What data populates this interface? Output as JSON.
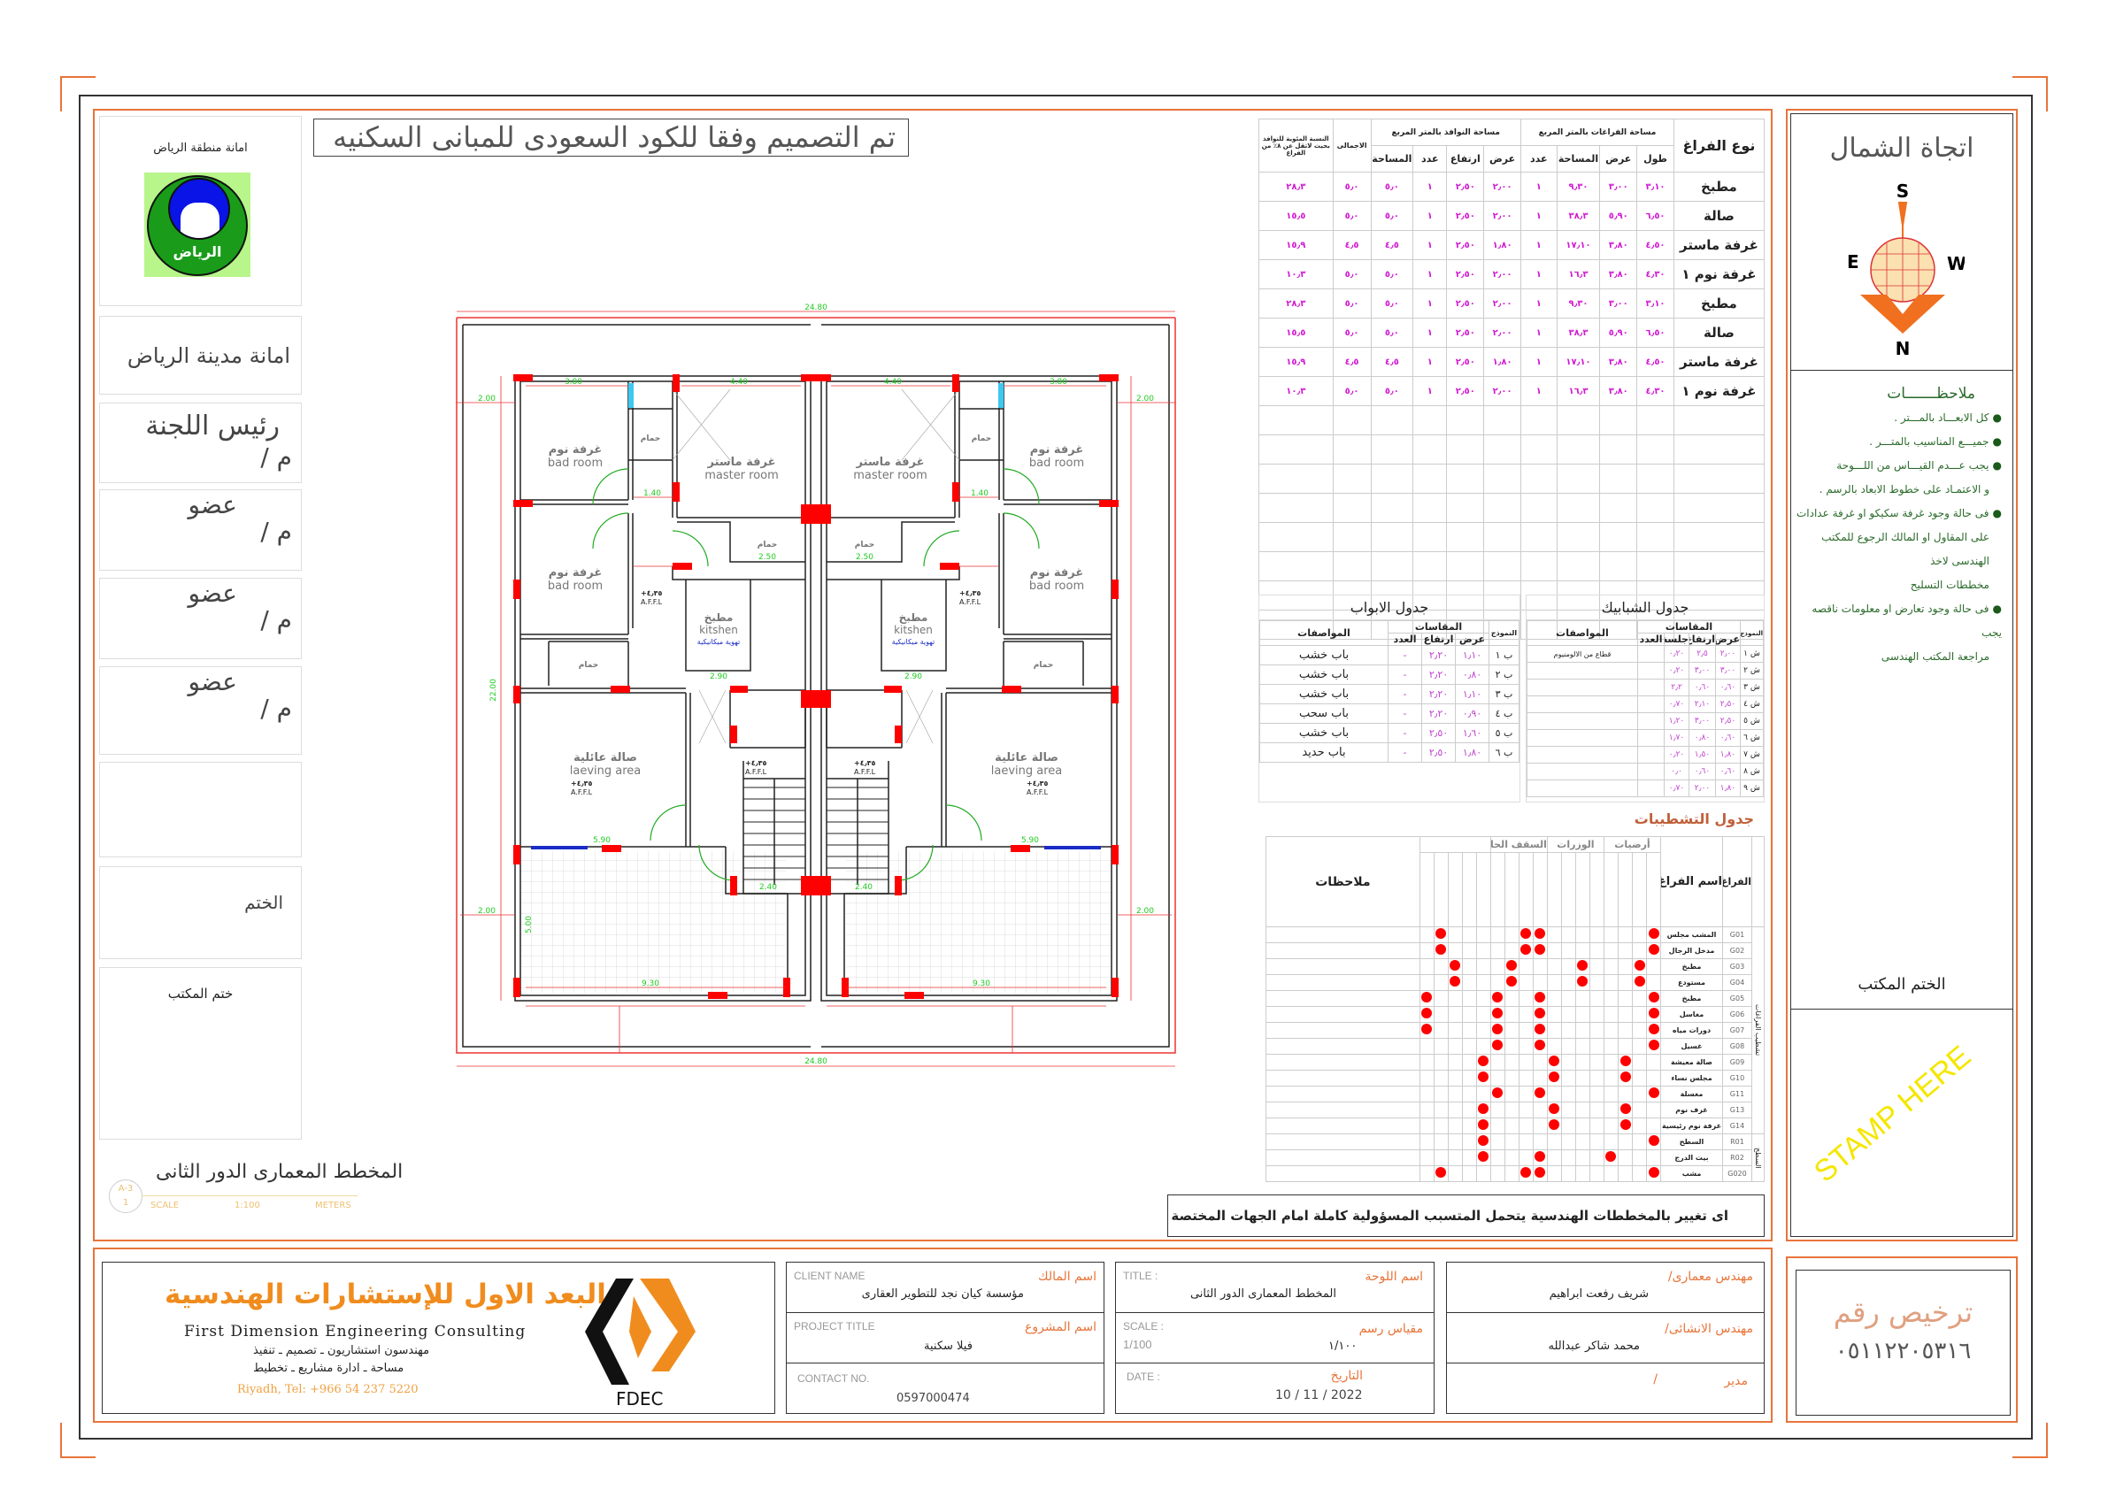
{
  "header_title": "تم التصميم وفقا للكود السعودى للمبانى السكنيه",
  "left_panel": {
    "authority": "امانة منطقة الرياض",
    "logo_text": "الرياض",
    "municipality": "امانة مدينة الرياض",
    "committee_head": "رئيس اللجنة",
    "member": "عضو",
    "eng_prefix": "م /",
    "seal": "الختم",
    "office_seal": "ختم المكتب"
  },
  "plan_title": {
    "title": "المخطط المعمارى الدور الثانى",
    "sheet": "A-3",
    "number": "1",
    "scale_label": "SCALE",
    "scale": "1:100",
    "units": "METERS"
  },
  "plan": {
    "bedroom_ar": "غرفة نوم",
    "bedroom_en": "bad room",
    "master_ar": "غرفة ماستر",
    "master_en": "master room",
    "bath": "حمام",
    "kitchen_ar": "مطبخ",
    "kitchen_en": "kitshen",
    "mech_vent": "تهوية ميكانيكية",
    "living_ar": "صالة عائلية",
    "living_en": "laeving area",
    "level": "+٤٫٣٥",
    "level_ref": "A.F.F.L",
    "dims": {
      "total": "24.80",
      "setback": "2.00",
      "bed_w": "3.80",
      "master_w": "4.40",
      "corr": "1.40",
      "bath_w": "2.50",
      "terrace": "9.30",
      "living_w": "5.90",
      "depth": "22.00",
      "kitchen_w": "2.90",
      "stair_w": "2.40",
      "terrace_d": "5.00"
    }
  },
  "spaces_table": {
    "h_type": "نوع الفراغ",
    "h_space": "مساحة الفراغات بالمتر المربع",
    "h_win": "مساحة النوافذ بالمتر المربع",
    "h_len": "طول",
    "h_width": "عرض",
    "h_area": "المساحة",
    "h_count": "عدد",
    "h_height": "ارتفاع",
    "h_total": "الاجمالى",
    "h_ratio": "النسبة المئوية للنوافذ بحيث لاتقل عن ٨٪ من الفراغ",
    "rows": [
      [
        "مطبخ",
        "٣٫١٠",
        "٣٫٠٠",
        "٩٫٣٠",
        "١",
        "٢٫٠٠",
        "٢٫٥٠",
        "١",
        "٥٫٠",
        "٥٫٠",
        "٢٨٫٣"
      ],
      [
        "صالة",
        "٦٫٥٠",
        "٥٫٩٠",
        "٣٨٫٣",
        "١",
        "٢٫٠٠",
        "٢٫٥٠",
        "١",
        "٥٫٠",
        "٥٫٠",
        "١٥٫٥"
      ],
      [
        "غرفة ماستر",
        "٤٫٥٠",
        "٣٫٨٠",
        "١٧٫١٠",
        "١",
        "١٫٨٠",
        "٢٫٥٠",
        "١",
        "٤٫٥",
        "٤٫٥",
        "١٥٫٩"
      ],
      [
        "غرفة نوم ١",
        "٤٫٣٠",
        "٣٫٨٠",
        "١٦٫٣",
        "١",
        "٢٫٠٠",
        "٢٫٥٠",
        "١",
        "٥٫٠",
        "٥٫٠",
        "١٠٫٣"
      ],
      [
        "مطبخ",
        "٣٫١٠",
        "٣٫٠٠",
        "٩٫٣٠",
        "١",
        "٢٫٠٠",
        "٢٫٥٠",
        "١",
        "٥٫٠",
        "٥٫٠",
        "٢٨٫٣"
      ],
      [
        "صالة",
        "٦٫٥٠",
        "٥٫٩٠",
        "٣٨٫٣",
        "١",
        "٢٫٠٠",
        "٢٫٥٠",
        "١",
        "٥٫٠",
        "٥٫٠",
        "١٥٫٥"
      ],
      [
        "غرفة ماستر",
        "٤٫٥٠",
        "٣٫٨٠",
        "١٧٫١٠",
        "١",
        "١٫٨٠",
        "٢٫٥٠",
        "١",
        "٤٫٥",
        "٤٫٥",
        "١٥٫٩"
      ],
      [
        "غرفة نوم ١",
        "٤٫٣٠",
        "٣٫٨٠",
        "١٦٫٣",
        "١",
        "٢٫٠٠",
        "٢٫٥٠",
        "١",
        "٥٫٠",
        "٥٫٠",
        "١٠٫٣"
      ]
    ]
  },
  "doors_table": {
    "title": "جدول الابواب",
    "h_model": "النموذج",
    "h_dims": "المقاسات",
    "h_width": "عرض",
    "h_height": "ارتفاع",
    "h_count": "العدد",
    "h_spec": "المواصفات",
    "rows": [
      [
        "ب ١",
        "١٫١٠",
        "٢٫٢٠",
        "-",
        "باب خشب"
      ],
      [
        "ب ٢",
        "٠٫٨٠",
        "٢٫٢٠",
        "-",
        "باب خشب"
      ],
      [
        "ب ٣",
        "١٫١٠",
        "٢٫٢٠",
        "-",
        "باب خشب"
      ],
      [
        "ب ٤",
        "٠٫٩٠",
        "٢٫٢٠",
        "-",
        "باب سحب"
      ],
      [
        "ب ٥",
        "١٫٦٠",
        "٢٫٥٠",
        "-",
        "باب خشب"
      ],
      [
        "ب ٦",
        "١٫٨٠",
        "٢٫٥٠",
        "-",
        "باب حديد"
      ]
    ]
  },
  "windows_table": {
    "title": "جدول الشبابيك",
    "h_model": "النموذج",
    "h_dims": "المقاسات",
    "h_width": "عرض",
    "h_height": "ارتفاع",
    "h_sill": "جلسة",
    "h_count": "العدد",
    "h_spec": "المواصفات",
    "rows": [
      [
        "ش ١",
        "٢٫٠٠",
        "٢٫٥",
        "٠٫٢٠",
        "",
        "قطاع من الالومنيوم"
      ],
      [
        "ش ٢",
        "٣٫٠٠",
        "٣٫٠٠",
        "٠٫٢٠",
        "",
        ""
      ],
      [
        "ش ٣",
        "٠٫٦٠",
        "٠٫٦٠",
        "٢٫٢",
        "",
        ""
      ],
      [
        "ش ٤",
        "٢٫٥٠",
        "٢٫١٠",
        "٠٫٧٠",
        "",
        ""
      ],
      [
        "ش ٥",
        "٢٫٥٠",
        "٣٫٠٠",
        "١٫٢٠",
        "",
        ""
      ],
      [
        "ش ٦",
        "٠٫٦٠",
        "٠٫٨٠",
        "١٫٧٠",
        "",
        ""
      ],
      [
        "ش ٧",
        "١٫٨٠",
        "١٫٥٠",
        "٠٫٢٠",
        "",
        ""
      ],
      [
        "ش ٨",
        "٠٫٦٠",
        "٠٫٦٠",
        "٠٫٠",
        "",
        ""
      ],
      [
        "ش ٩",
        "١٫٨٠",
        "٢٫٠٠",
        "٠٫٧٠",
        "",
        ""
      ]
    ]
  },
  "finishes_table": {
    "title": "جدول التشطيبات",
    "h_code": "الفراغ",
    "h_name": "اسم الفراغ",
    "h_notes": "ملاحظات",
    "groups": [
      "أرضيات",
      "الوزرات",
      "السقف الحائط"
    ],
    "section_a": "تشطيب الفراغات",
    "section_b": "السطح",
    "rows": [
      {
        "code": "G01",
        "name": "المشب مجلس",
        "dots": [
          0,
          8,
          9,
          15
        ]
      },
      {
        "code": "G02",
        "name": "مدخل الرجال",
        "dots": [
          0,
          8,
          9,
          15
        ]
      },
      {
        "code": "G03",
        "name": "مطبخ",
        "dots": [
          1,
          5,
          10,
          14
        ]
      },
      {
        "code": "G04",
        "name": "مستودع",
        "dots": [
          1,
          5,
          10,
          14
        ]
      },
      {
        "code": "G05",
        "name": "مطبخ",
        "dots": [
          0,
          8,
          11,
          16
        ]
      },
      {
        "code": "G06",
        "name": "مغاسل",
        "dots": [
          0,
          8,
          11,
          16
        ]
      },
      {
        "code": "G07",
        "name": "دورات مياه",
        "dots": [
          0,
          8,
          11,
          16
        ]
      },
      {
        "code": "G08",
        "name": "غسيل",
        "dots": [
          0,
          8,
          11
        ]
      },
      {
        "code": "G09",
        "name": "صالة معيشة",
        "dots": [
          2,
          7,
          12
        ]
      },
      {
        "code": "G10",
        "name": "مجلس نساء",
        "dots": [
          2,
          7,
          12
        ]
      },
      {
        "code": "G11",
        "name": "مغسلة",
        "dots": [
          0,
          8,
          11
        ]
      },
      {
        "code": "G13",
        "name": "غرف نوم",
        "dots": [
          2,
          7,
          12
        ]
      },
      {
        "code": "G14",
        "name": "غرفة نوم رئيسية",
        "dots": [
          2,
          7,
          12
        ]
      },
      {
        "code": "R01",
        "name": "السطح",
        "dots": [
          0,
          12
        ]
      },
      {
        "code": "R02",
        "name": "بيت الدرج",
        "dots": [
          3,
          8,
          12
        ]
      },
      {
        "code": "G020",
        "name": "مشب",
        "dots": [
          0,
          8,
          9,
          15
        ]
      }
    ]
  },
  "warning": "اى تغيير بالمخططات الهندسية يتحمل المتسبب المسؤولية كاملة امام الجهات المختصة",
  "north": {
    "title": "اتجاة الشمال",
    "s": "S",
    "n": "N",
    "e": "E",
    "w": "W"
  },
  "notes": {
    "title": "ملاحظـــــــات",
    "items": [
      "كل الابعـــاد بالمـــتر .",
      "جميـــع المناسيب بالمتـــر .",
      "يجب عـــدم القيـــاس من اللـــوحة",
      "و الاعتمـاد على خطوط الابعاد بالرسم .",
      "فى حالة وجود غرفة سكيكو او غرفة عدادات",
      "على المقاول او المالك الرجوع للمكتب الهندسى لاخذ",
      "مخططات التسليح",
      "فى حالة وجود تعارض او معلومات ناقصه يجب",
      "مراجعة المكتب الهندسى"
    ]
  },
  "office_seal_right": "الختم المكتب",
  "stamp": "STAMP HERE",
  "company": {
    "name_ar": "البعد الاول للإستشارات الهندسية",
    "name_en": "First Dimension Engineering Consulting",
    "line1": "مهندسون استشاريون ـ تصميم ـ تنفيذ",
    "line2": "مساحة ـ ادارة مشاريع ـ تخطيط",
    "contact": "Riyadh, Tel: +966 54 237 5220",
    "logo": "FDEC",
    "color": "#f08c1e"
  },
  "client": {
    "client_en": "CLIENT NAME",
    "client_ar": "اسم المالك",
    "client": "مؤسسة كيان نجد للتطوير العقارى",
    "project_en": "PROJECT TITLE",
    "project_ar": "اسم المشروع",
    "project": "فيلا سكنية",
    "contact_en": "CONTACT NO.",
    "contact": "0597000474"
  },
  "sheet": {
    "title_en": "TITLE :",
    "title_ar": "اسم اللوحة",
    "title": "المخطط المعمارى الدور الثانى",
    "scale_en": "SCALE :",
    "scale_ar": "مقياس رسم",
    "scale": "1/100",
    "scale_val_ar": "١/١٠٠",
    "date_en": "DATE :",
    "date_ar": "التاريخ",
    "date": "10 / 11 / 2022"
  },
  "engineers": {
    "arch_label": "مهندس معمارى/",
    "arch": "شريف رفعت ابراهيم",
    "struct_label": "مهندس الانشائى/",
    "struct": "محمد شاكر عبدالله",
    "manager_label": "مدير",
    "manager": "/"
  },
  "license": {
    "label": "ترخيص رقم",
    "number": "٠٥١١٢٢٠٥٣١٦"
  }
}
